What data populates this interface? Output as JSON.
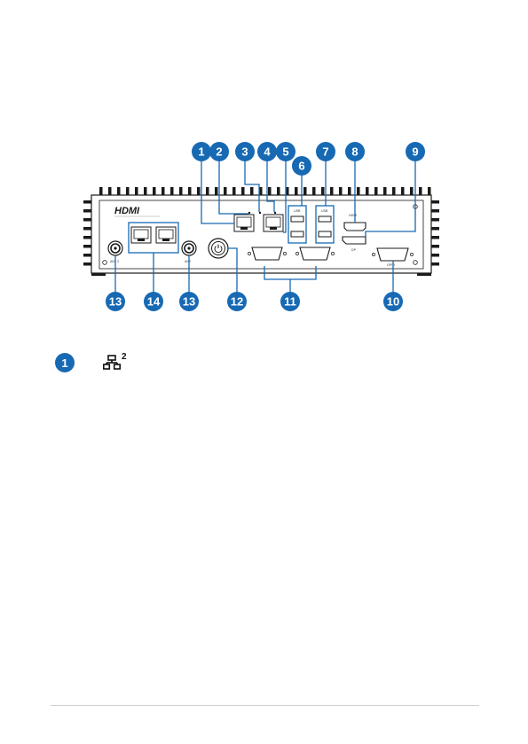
{
  "callouts": [
    {
      "n": "1"
    },
    {
      "n": "2"
    },
    {
      "n": "3"
    },
    {
      "n": "4"
    },
    {
      "n": "5"
    },
    {
      "n": "6"
    },
    {
      "n": "7"
    },
    {
      "n": "8"
    },
    {
      "n": "9"
    },
    {
      "n": "10"
    },
    {
      "n": "11"
    },
    {
      "n": "12"
    },
    {
      "n": "13"
    },
    {
      "n": "14"
    },
    {
      "n": "13"
    }
  ],
  "panel_labels": {
    "hdmi_logo": "HDMI",
    "hdmi_port": "HDMI",
    "dp_port": "DP",
    "gpio": "GPIO",
    "ant_left": "ANT 2",
    "ant_right": "ANT",
    "usb_a": "USB",
    "usb_b": "USB"
  },
  "legend": {
    "number": "1",
    "icon": "lan-network-icon",
    "superscript": "2"
  },
  "colors": {
    "accent": "#1769b3",
    "chassis": "#ffffff",
    "outline": "#1a1a1a"
  }
}
